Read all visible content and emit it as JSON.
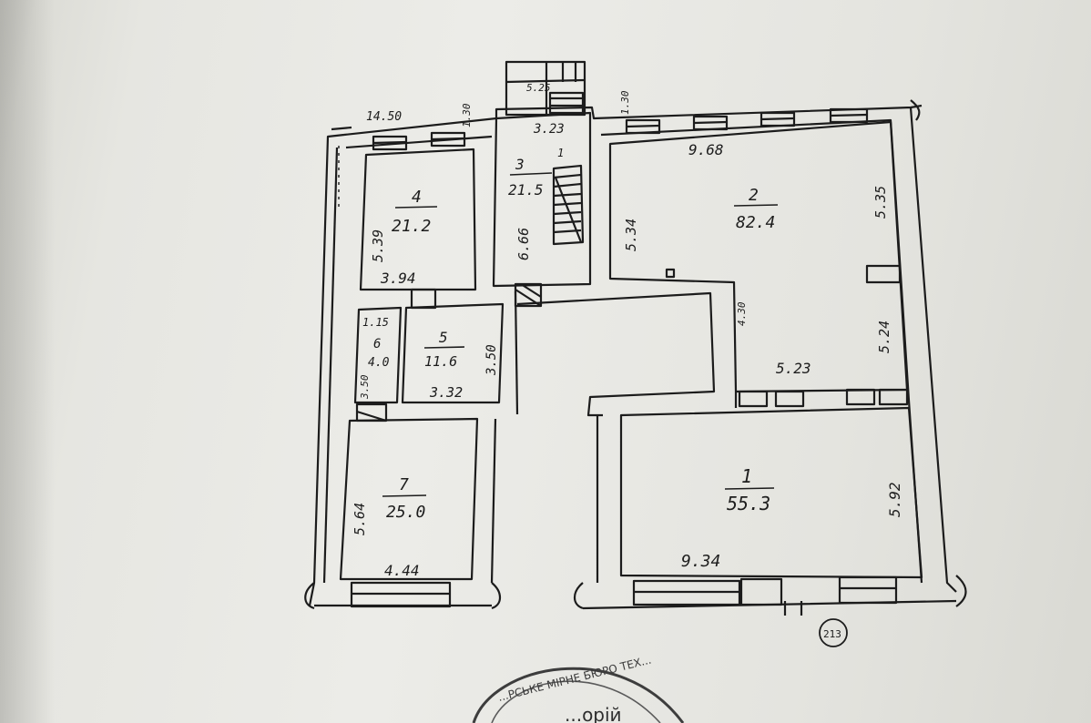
{
  "plan": {
    "overall_width": "14.50",
    "stair_width_top": "1.30",
    "stair_width_right": "1.30",
    "stair_landing": "5.25",
    "page_number": "213"
  },
  "rooms": [
    {
      "id": "room-1",
      "number": "1",
      "area": "55.3",
      "dims": [
        "9.34",
        "5.92"
      ]
    },
    {
      "id": "room-2",
      "number": "2",
      "area": "82.4",
      "dims": [
        "9.68",
        "5.35",
        "5.34",
        "4.30",
        "5.24",
        "5.23"
      ]
    },
    {
      "id": "room-3",
      "number": "3",
      "area": "21.5",
      "dims": [
        "3.23",
        "6.66"
      ],
      "flight": "1"
    },
    {
      "id": "room-4",
      "number": "4",
      "area": "21.2",
      "dims": [
        "5.39",
        "3.94"
      ]
    },
    {
      "id": "room-5",
      "number": "5",
      "area": "11.6",
      "dims": [
        "3.50",
        "3.32"
      ]
    },
    {
      "id": "room-6",
      "number": "6",
      "area": "4.0",
      "dims": [
        "1.15",
        "3.50"
      ]
    },
    {
      "id": "room-7",
      "number": "7",
      "area": "25.0",
      "dims": [
        "5.64",
        "4.44"
      ]
    }
  ],
  "stamp": {
    "text": "...РСЬКЕ МІРНЕ БЮРО ТЕХ...",
    "bottom_text": "...орій"
  }
}
